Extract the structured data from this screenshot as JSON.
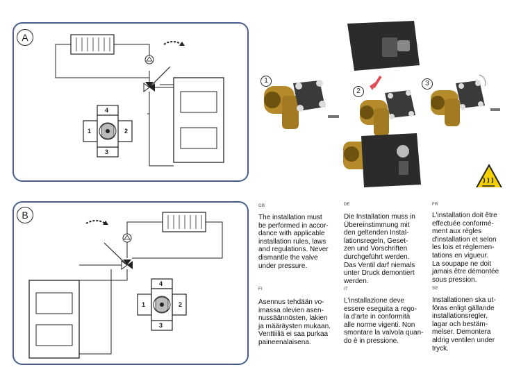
{
  "panels": {
    "a": {
      "label": "A",
      "ports": [
        "4",
        "1",
        "2",
        "3"
      ]
    },
    "b": {
      "label": "B",
      "ports": [
        "4",
        "1",
        "2",
        "3"
      ]
    }
  },
  "steps": [
    "1",
    "2",
    "3"
  ],
  "texts": [
    {
      "lang": "GB",
      "body": "The installation must\nbe performed in accor-\ndance with applicable\ninstallation rules, laws\nand regulations. Never\ndismantle the valve\nunder pressure."
    },
    {
      "lang": "DE",
      "body": "Die Installation muss in\nÜbereinstimmung mit\nden geltenden Instal-\nlationsregeln, Geset-\nzen und Vorschriften\ndurchgeführt werden.\nDas Ventil darf niemals\nunter Druck demontiert\nwerden."
    },
    {
      "lang": "FR",
      "body": "L'installation doit être\neffectuée conformé-\nment aux règles\nd'installation et selon\nles lois et réglemen-\ntations en vigueur.\nLa soupape ne doit\njamais être démontée\nsous pression."
    },
    {
      "lang": "FI",
      "body": "Asennus tehdään vo-\nimassa olevien asen-\nnussäännösten, lakien\nja määräysten mukaan.\nVenttiiliä ei saa purkaa\npaineenalaisena."
    },
    {
      "lang": "IT",
      "body": "L'installazione deve\nessere eseguita a rego-\nla d'arte in conformità\nalle norme vigenti. Non\nsmontare la valvola quan-\ndo è in pressione."
    },
    {
      "lang": "SE",
      "body": "Installationen ska ut-\nföras enligt gällande\ninstallationsregler,\nlagar och bestäm-\nmelser. Demontera\naldrig ventilen under\ntryck."
    }
  ]
}
